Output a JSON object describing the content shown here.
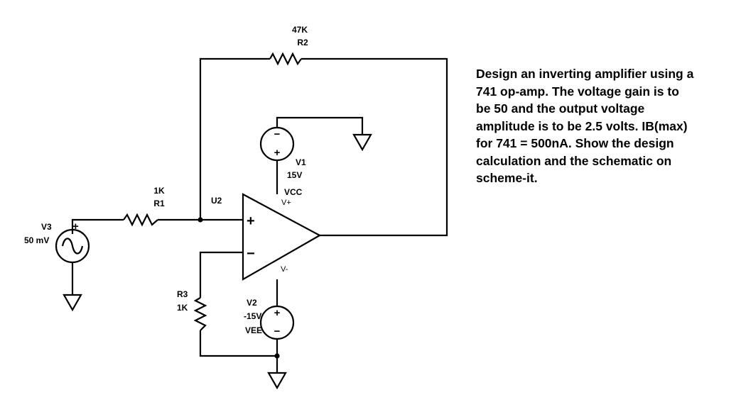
{
  "components": {
    "r2": {
      "value": "47K",
      "ref": "R2"
    },
    "r1": {
      "value": "1K",
      "ref": "R1"
    },
    "r3": {
      "ref": "R3",
      "value": "1K"
    },
    "v1": {
      "ref": "V1",
      "value": "15V"
    },
    "v2": {
      "ref": "V2",
      "value": "-15V"
    },
    "v3": {
      "ref": "V3",
      "value": "50 mV"
    },
    "u2": {
      "ref": "U2"
    }
  },
  "nets": {
    "vcc": "VCC",
    "vee": "VEE"
  },
  "pins": {
    "vplus": "V+",
    "vminus": "V-"
  },
  "signs": {
    "plus": "+",
    "minus": "−"
  },
  "problem_text": "Design an inverting amplifier using a\n741 op-amp. The voltage gain is to\nbe 50 and the output voltage\namplitude is to be 2.5 volts. IB(max)\nfor 741 = 500nA. Show the design\ncalculation and the schematic on\nscheme-it."
}
